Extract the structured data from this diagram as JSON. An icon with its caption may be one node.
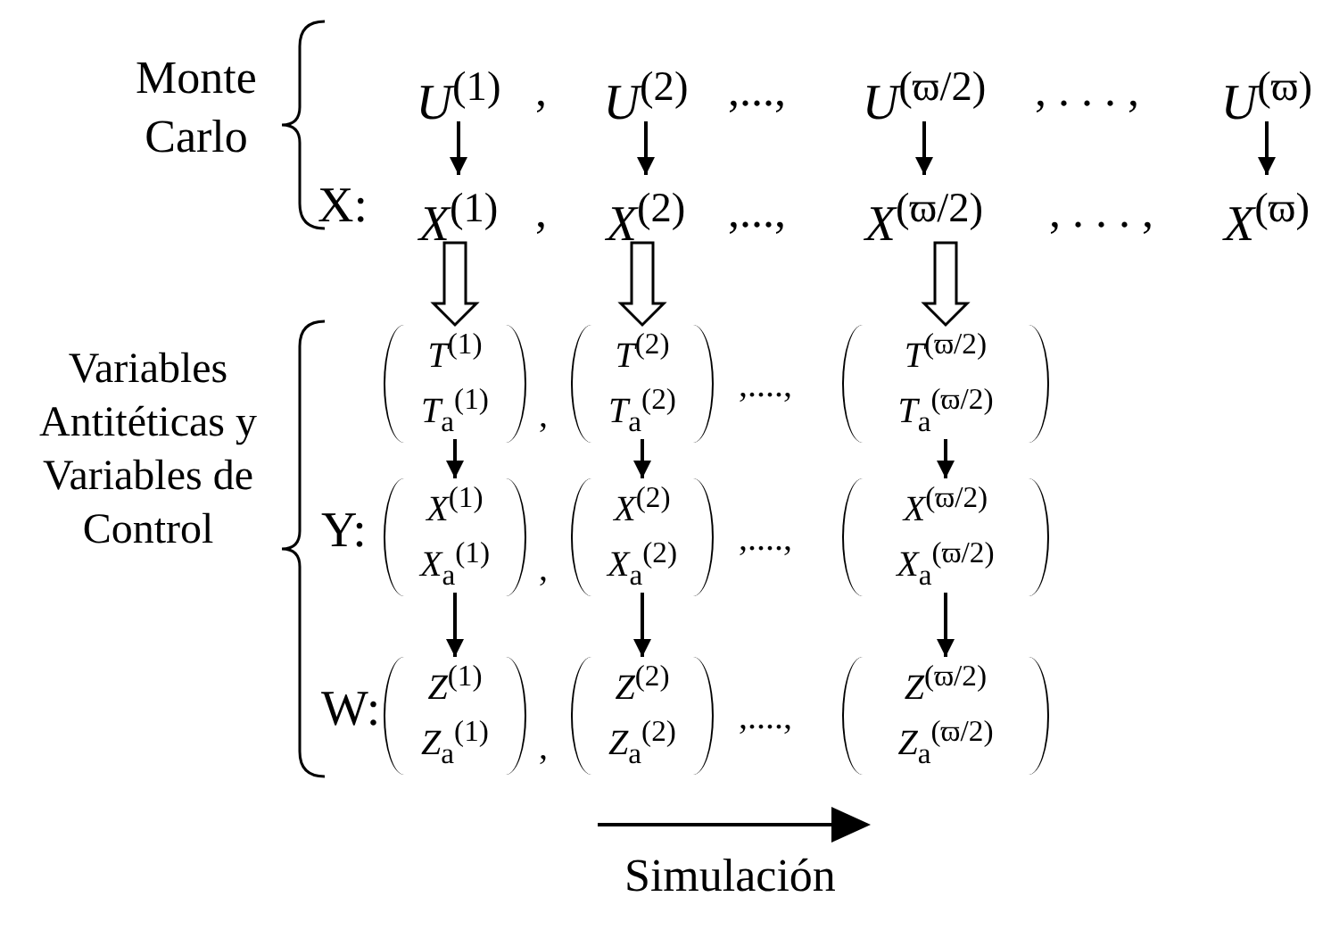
{
  "diagram": {
    "nodes": [
      {
        "text": [
          "*U*$^{(1)}$"
        ]
      },
      {
        "text": [
          "*U*$^{(2)}$"
        ]
      },
      {
        "text": [
          "*U*$^{(ϖ/2)}$"
        ]
      },
      {
        "text": [
          "*U*$^{(ϖ)}$"
        ]
      },
      {
        "text": [
          "*X*$^{(1)}$"
        ]
      },
      {
        "text": [
          "*X*$^{(2)}$"
        ]
      },
      {
        "text": [
          "*X*$^{(ϖ/2)}$"
        ]
      },
      {
        "text": [
          "*X*$^{(ϖ)}$"
        ]
      },
      {
        "text": [
          "*T*$^{(1)}$",
          "*T*$_{a}$$^{(1)}$"
        ]
      },
      {
        "text": [
          "*T*$^{(2)}$",
          "*T*$_{a}$$^{(2)}$"
        ]
      },
      {
        "text": [
          "*T*$^{(ϖ/2)}$",
          "*T*$_{a}$$^{(ϖ/2)}$"
        ]
      },
      {
        "text": [
          "*X*$^{(1)}$",
          "*X*$_{a}$$^{(1)}$"
        ]
      },
      {
        "text": [
          "*X*$^{(2)}$",
          "*X*$_{a}$$^{(2)}$"
        ]
      },
      {
        "text": [
          "*X*$^{(ϖ/2)}$",
          "*X*$_{a}$$^{(ϖ/2)}$"
        ]
      },
      {
        "text": [
          "*Z*$^{(1)}$",
          "*Z*$_{a}$$^{(1)}$"
        ]
      },
      {
        "text": [
          "*Z*$^{(2)}$",
          "*Z*$_{a}$$^{(2)}$"
        ]
      },
      {
        "text": [
          "*Z*$^{(ϖ/2)}$",
          "*Z*$_{a}$$^{(ϖ/2)}$"
        ]
      }
    ],
    "edges": [
      {
        "from": 0,
        "to": 4,
        "arrow": "to"
      },
      {
        "from": 1,
        "to": 5,
        "arrow": "to"
      },
      {
        "from": 2,
        "to": 6,
        "arrow": "to"
      },
      {
        "from": 3,
        "to": 7,
        "arrow": "to"
      },
      {
        "from": 4,
        "to": 8,
        "arrow": "to",
        "style": "thick"
      },
      {
        "from": 5,
        "to": 9,
        "arrow": "to",
        "style": "thick"
      },
      {
        "from": 6,
        "to": 10,
        "arrow": "to",
        "style": "thick"
      },
      {
        "from": 8,
        "to": 11,
        "arrow": "to"
      },
      {
        "from": 9,
        "to": 12,
        "arrow": "to"
      },
      {
        "from": 10,
        "to": 13,
        "arrow": "to"
      },
      {
        "from": 11,
        "to": 14,
        "arrow": "to"
      },
      {
        "from": 12,
        "to": 15,
        "arrow": "to"
      },
      {
        "from": 13,
        "to": 16,
        "arrow": "to"
      }
    ],
    "labels": [
      "Monte Carlo",
      ",",
      ",...,",
      ", . . . ,",
      "X:",
      ",",
      ",...,",
      ", . . . ,",
      "Variables Antitéticas y Variables de Control",
      ",",
      ",....,",
      "Y:",
      ",",
      ",....,",
      "W:",
      ",",
      ",....,",
      "Simulación"
    ]
  }
}
